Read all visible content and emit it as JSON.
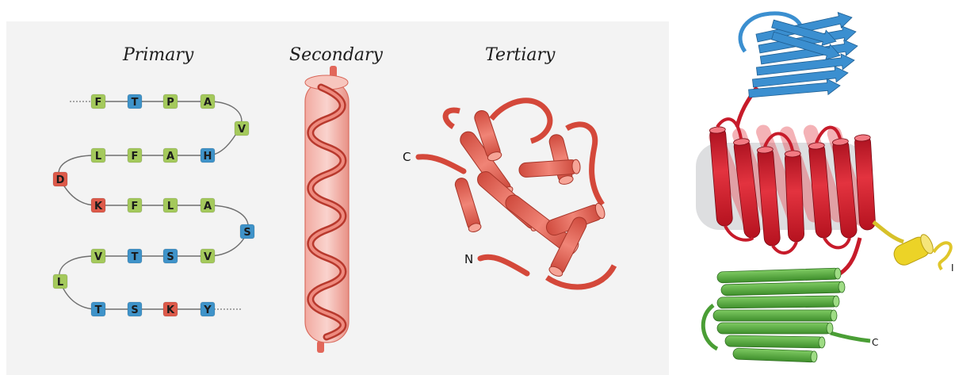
{
  "colors": {
    "panel_bg": "#f3f3f3",
    "hydrophobic": "#a4c95c",
    "polar": "#3f93c9",
    "charged": "#dd5a4a",
    "helix": "#e8675a",
    "domain_blue": "#3b8fd0",
    "domain_red": "#d41e2e",
    "domain_green": "#55ad3e",
    "domain_yellow": "#ecd327"
  },
  "left_panel": {
    "titles": {
      "primary": "Primary",
      "secondary": "Secondary",
      "tertiary": "Tertiary"
    },
    "tertiary_labels": {
      "c": "C",
      "n": "N"
    }
  },
  "primary_sequence": [
    [
      {
        "aa": "F",
        "kind": "hydrophobic"
      },
      {
        "aa": "T",
        "kind": "polar"
      },
      {
        "aa": "P",
        "kind": "hydrophobic"
      },
      {
        "aa": "A",
        "kind": "hydrophobic"
      }
    ],
    [
      {
        "aa": "V",
        "kind": "hydrophobic"
      }
    ],
    [
      {
        "aa": "L",
        "kind": "hydrophobic"
      },
      {
        "aa": "F",
        "kind": "hydrophobic"
      },
      {
        "aa": "A",
        "kind": "hydrophobic"
      },
      {
        "aa": "H",
        "kind": "polar"
      }
    ],
    [
      {
        "aa": "D",
        "kind": "charged"
      }
    ],
    [
      {
        "aa": "K",
        "kind": "charged"
      },
      {
        "aa": "F",
        "kind": "hydrophobic"
      },
      {
        "aa": "L",
        "kind": "hydrophobic"
      },
      {
        "aa": "A",
        "kind": "hydrophobic"
      }
    ],
    [
      {
        "aa": "S",
        "kind": "polar"
      }
    ],
    [
      {
        "aa": "V",
        "kind": "hydrophobic"
      },
      {
        "aa": "T",
        "kind": "polar"
      },
      {
        "aa": "S",
        "kind": "polar"
      },
      {
        "aa": "V",
        "kind": "hydrophobic"
      }
    ],
    [
      {
        "aa": "L",
        "kind": "hydrophobic"
      }
    ],
    [
      {
        "aa": "T",
        "kind": "polar"
      },
      {
        "aa": "S",
        "kind": "polar"
      },
      {
        "aa": "K",
        "kind": "charged"
      },
      {
        "aa": "Y",
        "kind": "polar"
      }
    ]
  ],
  "right_panel": {
    "terminus_labels": {
      "c": "C",
      "partial": "I"
    }
  }
}
